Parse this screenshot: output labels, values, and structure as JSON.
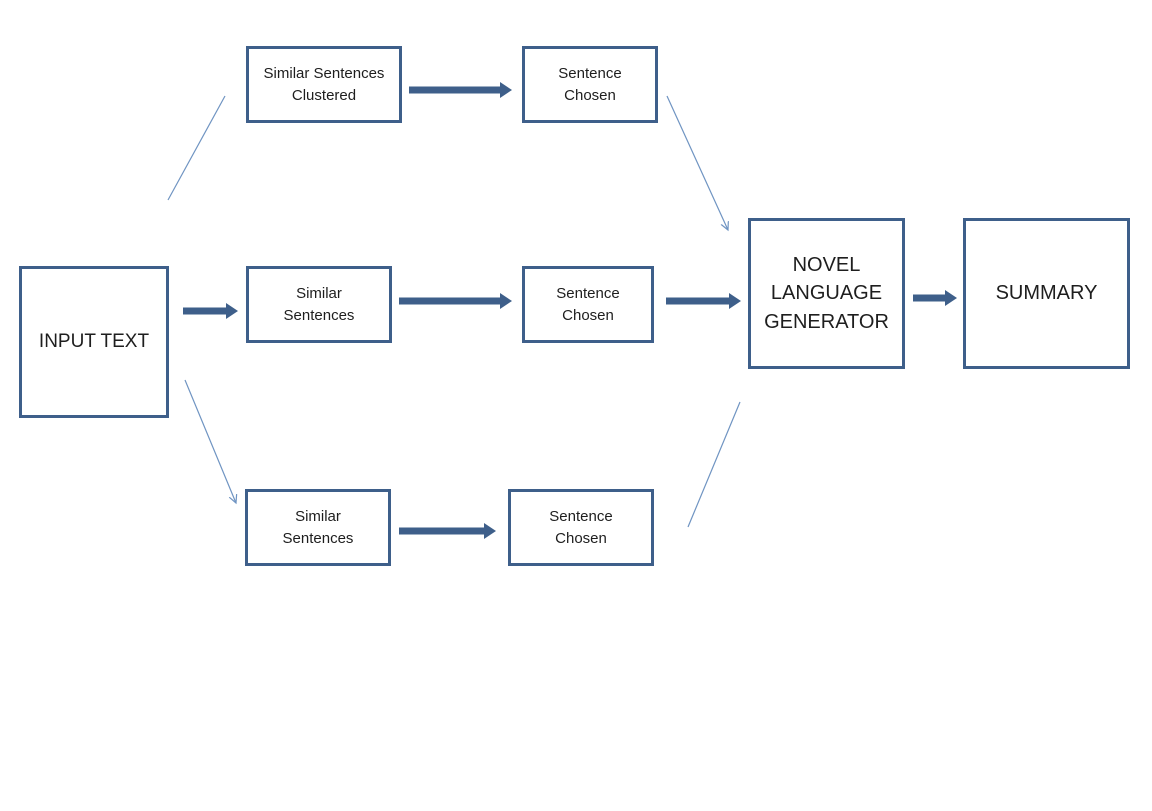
{
  "diagram": {
    "colors": {
      "box_border": "#3e5f8a",
      "arrow": "#3e5f8a",
      "thin_connector": "#6f94c2"
    },
    "nodes": {
      "input_text": "INPUT  TEXT",
      "top_cluster": "Similar Sentences\nClustered",
      "top_chosen": "Sentence\nChosen",
      "mid_similar": "Similar\nSentences",
      "mid_chosen": "Sentence\nChosen",
      "bottom_similar": "Similar\nSentences",
      "bottom_chosen": "Sentence\nChosen",
      "generator": "NOVEL\nLANGUAGE\nGENERATOR",
      "summary": "SUMMARY"
    }
  }
}
